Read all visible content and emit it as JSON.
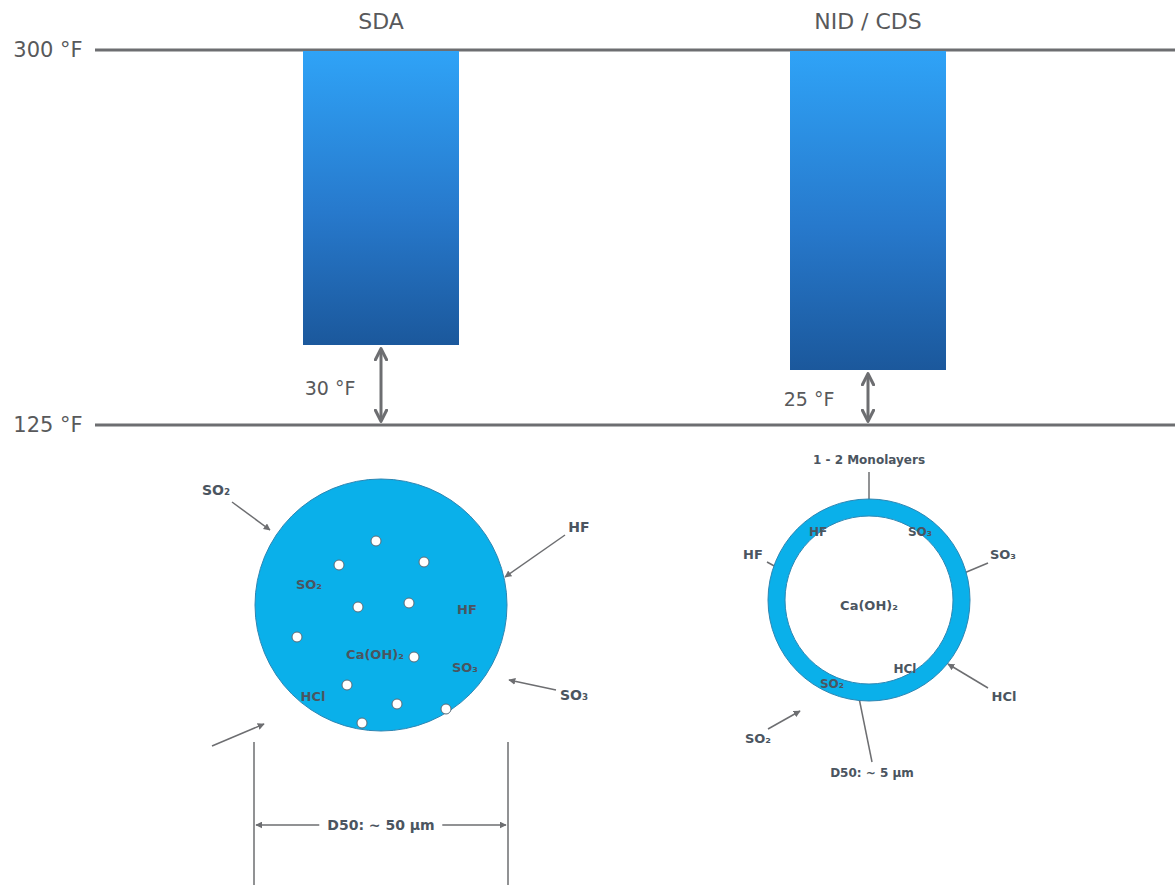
{
  "diagram": {
    "nodes": [
      {
        "text": [
          "SO₂",
          "HF",
          "Ca(OH)₂",
          "SO₃",
          "HCl"
        ]
      },
      {
        "text": [
          "HF",
          "SO₃",
          "Ca(OH)₂",
          "SO₂",
          "HCl"
        ]
      }
    ],
    "labels": [
      "SDA",
      "NID / CDS",
      "300 °F",
      "125 °F",
      "30 °F",
      "25 °F",
      "SO₂",
      "HF",
      "SO₃",
      "D50: ~ 50 μm",
      "1 - 2 Monolayers",
      "HF",
      "SO₃",
      "HCl",
      "SO₂",
      "D50: ~ 5 μm"
    ]
  }
}
